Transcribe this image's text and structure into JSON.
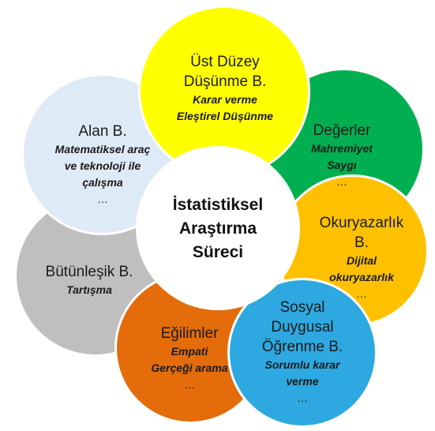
{
  "center": {
    "line1": "İstatistiksel",
    "line2": "Araştırma",
    "line3": "Süreci",
    "color": "#ffffff"
  },
  "petals": {
    "ust": {
      "title1": "Üst Düzey",
      "title2": "Düşünme B.",
      "item1": "Karar verme",
      "item2": "Eleştirel Düşünme",
      "color": "#ffff00"
    },
    "degerler": {
      "title1": "Değerler",
      "item1": "Mahremiyet",
      "item2": "Saygı",
      "more": "…",
      "color": "#00b050"
    },
    "okuryazarlik": {
      "title1": "Okuryazarlık",
      "title2": "B.",
      "item1": "Dijital",
      "item2": "okuryazarlık",
      "more": "…",
      "color": "#ffc000"
    },
    "sosyal": {
      "title1": "Sosyal",
      "title2": "Duygusal",
      "title3": "Öğrenme B.",
      "item1": "Sorumlu karar",
      "item2": "verme",
      "more": "…",
      "color": "#2ea8e0"
    },
    "egilimler": {
      "title1": "Eğilimler",
      "item1": "Empati",
      "item2": "Gerçeği arama",
      "more": "…",
      "color": "#e46c0a"
    },
    "butunlesik": {
      "title1": "Bütünleşik B.",
      "item1": "Tartışma",
      "color": "#bfbfbf"
    },
    "alan": {
      "title1": "Alan B.",
      "item1": "Matematiksel araç",
      "item2": "ve teknoloji ile",
      "item3": "çalışma",
      "more": "…",
      "color": "#deeaf6"
    }
  }
}
